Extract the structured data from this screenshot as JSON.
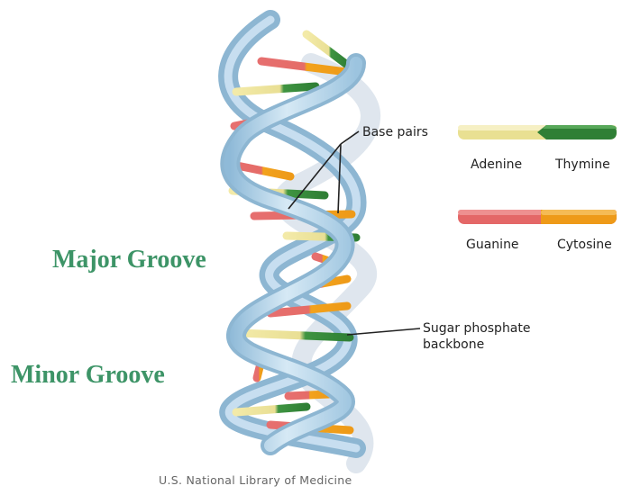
{
  "labels": {
    "major_groove": "Major Groove",
    "minor_groove": "Minor Groove",
    "base_pairs": "Base pairs",
    "sugar_line1": "Sugar phosphate",
    "sugar_line2": "backbone",
    "credit": "U.S. National Library of Medicine"
  },
  "legend": [
    {
      "left": "Adenine",
      "right": "Thymine",
      "left_color": "#f0e6a0",
      "right_color": "#3a8a3a"
    },
    {
      "left": "Guanine",
      "right": "Cytosine",
      "left_color": "#e06a6a",
      "right_color": "#f0a020"
    }
  ],
  "colors": {
    "group_label": "#3d9467",
    "backbone": "#b8d6ea",
    "adenine": "#f0e6a0",
    "thymine": "#3a8a3a",
    "guanine": "#e06a6a",
    "cytosine": "#f0a020"
  }
}
